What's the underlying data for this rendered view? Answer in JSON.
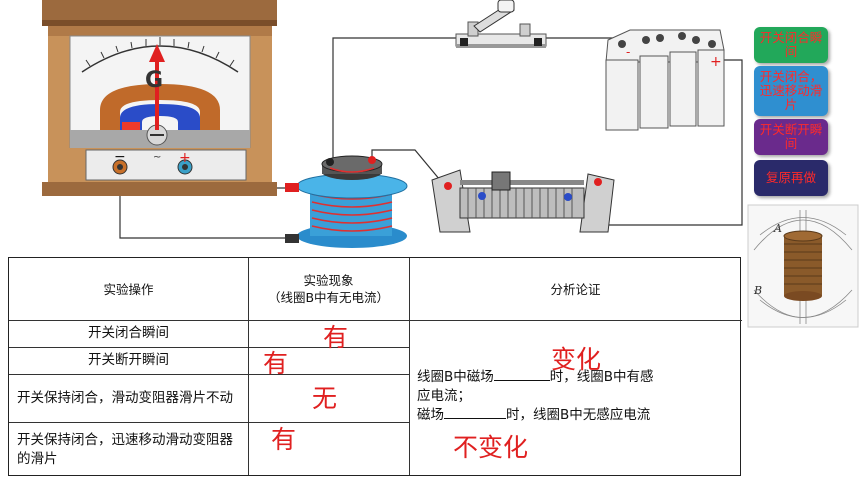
{
  "meter": {
    "letter": "G",
    "minus": "−",
    "plus": "+"
  },
  "battery": {
    "minus": "-",
    "plus": "+"
  },
  "buttons": [
    {
      "label": "开关闭合瞬间",
      "bg": "#22a85a"
    },
    {
      "label": "开关闭合，迅速移动滑片",
      "bg": "#2f8fd0"
    },
    {
      "label": "开关断开瞬间",
      "bg": "#6a2a8c"
    },
    {
      "label": "复原再做",
      "bg": "#2a2a6a"
    }
  ],
  "coil_photo": {
    "label_a": "A",
    "label_b": "B"
  },
  "table": {
    "headers": {
      "operation": "实验操作",
      "phenomenon_line1": "实验现象",
      "phenomenon_line2": "（线圈B中有无电流）",
      "analysis": "分析论证"
    },
    "rows": [
      {
        "operation": "开关闭合瞬间",
        "answer": "有"
      },
      {
        "operation": "开关断开瞬间",
        "answer": "有"
      },
      {
        "operation": "开关保持闭合，滑动变阻器滑片不动",
        "answer": "无"
      },
      {
        "operation": "开关保持闭合，迅速移动滑动变阻器的滑片",
        "answer": "有"
      }
    ],
    "analysis": {
      "line1_a": "线圈B中磁场",
      "line1_b": "时，线圈B中有感",
      "line2": "应电流；",
      "line3_a": "磁场",
      "line3_b": "时，线圈B中无感应电流",
      "answer_changed": "变化",
      "answer_unchanged": "不变化"
    }
  },
  "colors": {
    "answer": "#e02020",
    "wood": "#c8925a"
  }
}
